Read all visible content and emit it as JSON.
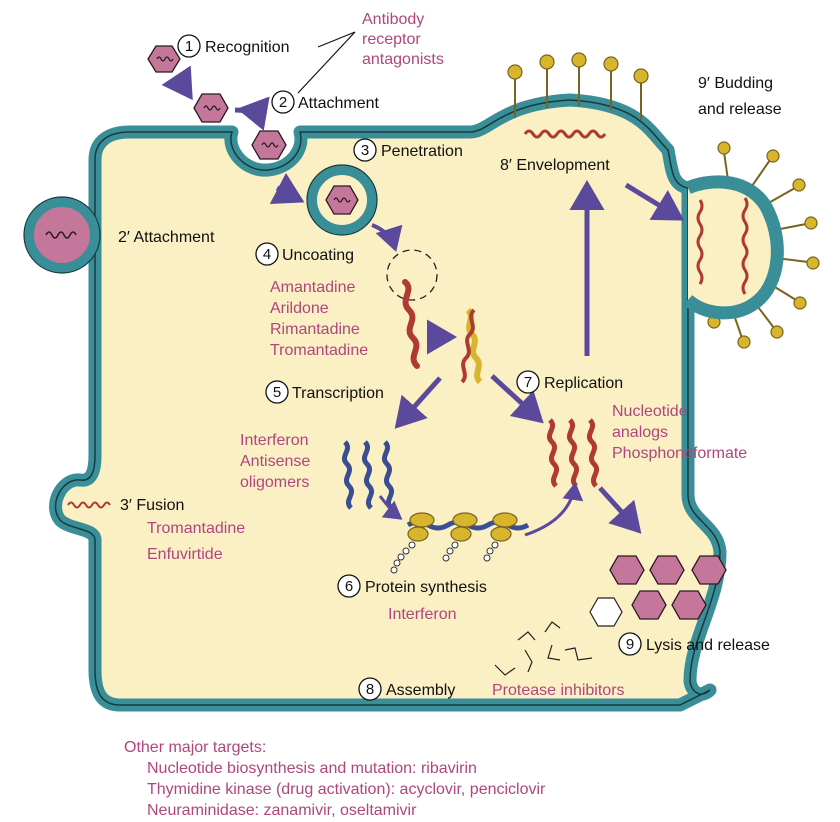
{
  "colors": {
    "cytoplasm": "#fbefc4",
    "membrane": "#3a8e97",
    "membrane_dark": "#153b40",
    "virion": "#c4779a",
    "arrow": "#5b4a9c",
    "rna_red": "#b03a32",
    "rna_blue": "#3a4e93",
    "ribosome": "#d7b52c",
    "drug_text": "#b0467e"
  },
  "steps": {
    "recognition": {
      "num": "1",
      "label": "Recognition"
    },
    "attachment": {
      "num": "2",
      "label": "Attachment"
    },
    "penetration": {
      "num": "3",
      "label": "Penetration"
    },
    "uncoating": {
      "num": "4",
      "label": "Uncoating"
    },
    "transcription": {
      "num": "5",
      "label": "Transcription"
    },
    "protein_synthesis": {
      "num": "6",
      "label": "Protein synthesis"
    },
    "replication": {
      "num": "7",
      "label": "Replication"
    },
    "assembly": {
      "num": "8",
      "label": "Assembly"
    },
    "lysis": {
      "num": "9",
      "label": "Lysis and release"
    }
  },
  "alt_steps": {
    "attachment_2p": "2′ Attachment",
    "fusion_3p": "3′ Fusion",
    "envelopment_8p": "8′ Envelopment",
    "budding_9p_line1": "9′ Budding",
    "budding_9p_line2": "and release"
  },
  "drugs": {
    "recognition": [
      "Antibody",
      "receptor",
      "antagonists"
    ],
    "uncoating": [
      "Amantadine",
      "Arildone",
      "Rimantadine",
      "Tromantadine"
    ],
    "transcription": [
      "Interferon",
      "Antisense",
      "oligomers"
    ],
    "fusion": [
      "Tromantadine",
      "Enfuvirtide"
    ],
    "protein_synthesis": "Interferon",
    "replication": [
      "Nucleotide",
      "analogs",
      "Phosphonoformate"
    ],
    "assembly": "Protease inhibitors"
  },
  "footer": {
    "heading": "Other major targets:",
    "lines": [
      "Nucleotide biosynthesis and mutation: ribavirin",
      "Thymidine kinase (drug activation): acyclovir, penciclovir",
      "Neuraminidase: zanamivir, oseltamivir"
    ]
  }
}
